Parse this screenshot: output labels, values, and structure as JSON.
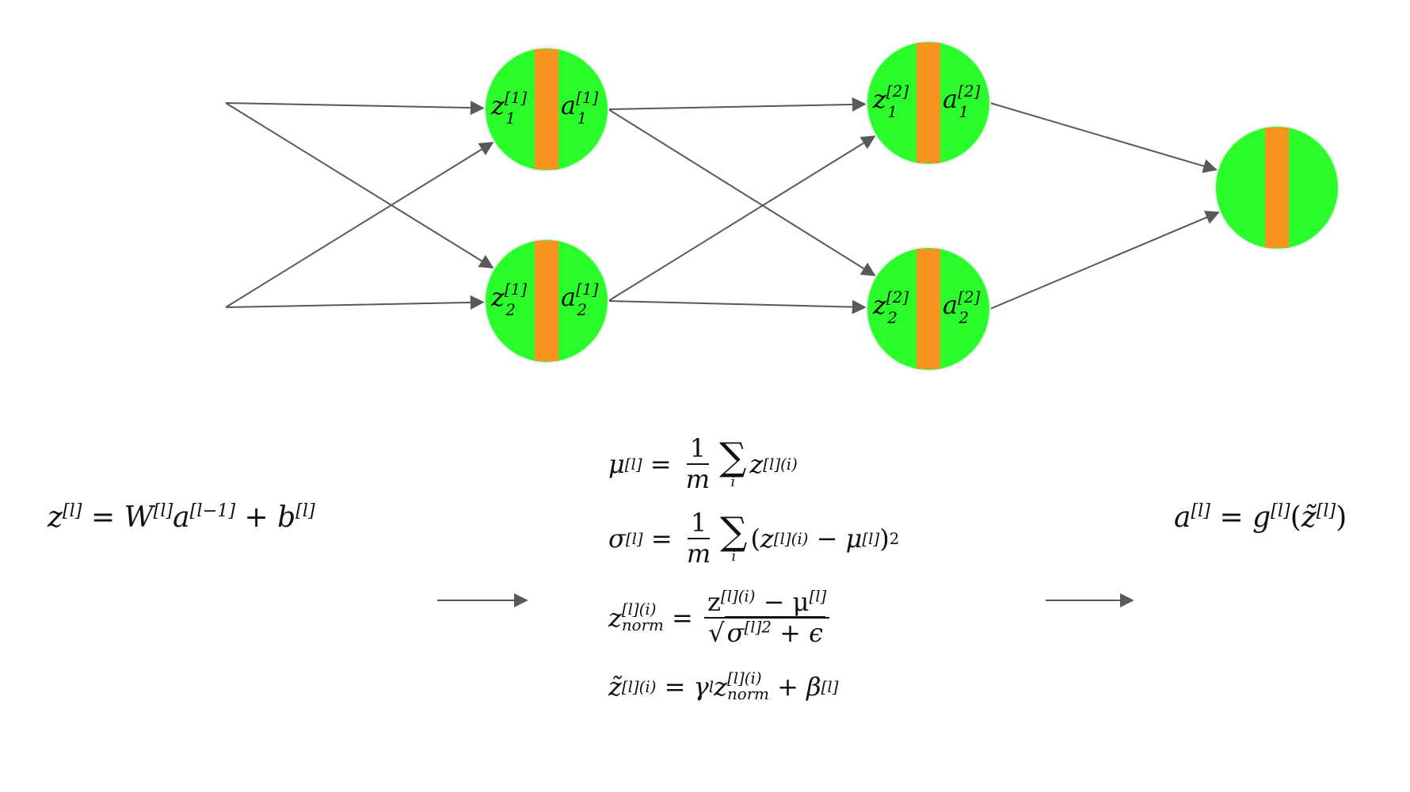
{
  "nodes": [
    {
      "id": "n11",
      "z_label": "z",
      "z_sub": "1",
      "z_sup": "[1]",
      "a_label": "a",
      "a_sub": "1",
      "a_sup": "[1]"
    },
    {
      "id": "n12",
      "z_label": "z",
      "z_sub": "2",
      "z_sup": "[1]",
      "a_label": "a",
      "a_sub": "2",
      "a_sup": "[1]"
    },
    {
      "id": "n21",
      "z_label": "z",
      "z_sub": "1",
      "z_sup": "[2]",
      "a_label": "a",
      "a_sub": "1",
      "a_sup": "[2]"
    },
    {
      "id": "n22",
      "z_label": "z",
      "z_sub": "2",
      "z_sup": "[2]",
      "a_label": "a",
      "a_sub": "2",
      "a_sup": "[2]"
    },
    {
      "id": "out",
      "z_label": "",
      "z_sub": "",
      "z_sup": "",
      "a_label": "",
      "a_sub": "",
      "a_sup": ""
    }
  ],
  "edges": [
    [
      "in1",
      "n11"
    ],
    [
      "in1",
      "n12"
    ],
    [
      "in2",
      "n11"
    ],
    [
      "in2",
      "n12"
    ],
    [
      "n11",
      "n21"
    ],
    [
      "n11",
      "n22"
    ],
    [
      "n12",
      "n21"
    ],
    [
      "n12",
      "n22"
    ],
    [
      "n21",
      "out"
    ],
    [
      "n22",
      "out"
    ]
  ],
  "colors": {
    "node_fill": "#2bfc2b",
    "node_bar": "#f7931e",
    "edge": "#595959",
    "text": "#111111"
  },
  "equations": {
    "left": {
      "z": "z",
      "z_sup": "[l]",
      "eq": "=",
      "W": "W",
      "W_sup": "[l]",
      "a": "a",
      "a_sup": "[l−1]",
      "plus": "+",
      "b": "b",
      "b_sup": "[l]"
    },
    "mu": {
      "mu": "μ",
      "mu_sup": "[l]",
      "eq": "=",
      "num": "1",
      "den": "m",
      "sigma_sym": "∑",
      "sum_idx": "i",
      "z": "z",
      "z_sup": "[l](i)"
    },
    "var": {
      "sigma": "σ",
      "sigma_sup": "[l]",
      "eq": "=",
      "num": "1",
      "den": "m",
      "sigma_sym": "∑",
      "sum_idx": "i",
      "lparen": "(",
      "z": "z",
      "z_sup": "[l](i)",
      "minus": "−",
      "mu": "μ",
      "mu_sup": "[l]",
      "rparen": ")",
      "pow": "2"
    },
    "norm": {
      "z": "z",
      "z_sup": "[l](i)",
      "z_sub": "norm",
      "eq": "=",
      "num_z": "z",
      "num_z_sup": "[l](i)",
      "minus": "−",
      "num_mu": "μ",
      "num_mu_sup": "[l]",
      "sqrt": "√",
      "den_sigma": "σ",
      "den_sigma_sup": "[l]2",
      "plus": "+",
      "eps": "ϵ"
    },
    "tilde": {
      "z": "z̃",
      "z_sup": "[l](i)",
      "eq": "=",
      "gamma": "γ",
      "gamma_sup": "l",
      "zn": "z",
      "zn_sup": "[l](i)",
      "zn_sub": "norm",
      "plus": "+",
      "beta": "β",
      "beta_sup": "[l]"
    },
    "right": {
      "a": "a",
      "a_sup": "[l]",
      "eq": "=",
      "g": "g",
      "g_sup": "[l]",
      "lparen": "(",
      "zt": "z̃",
      "zt_sup": "[l]",
      "rparen": ")"
    }
  }
}
